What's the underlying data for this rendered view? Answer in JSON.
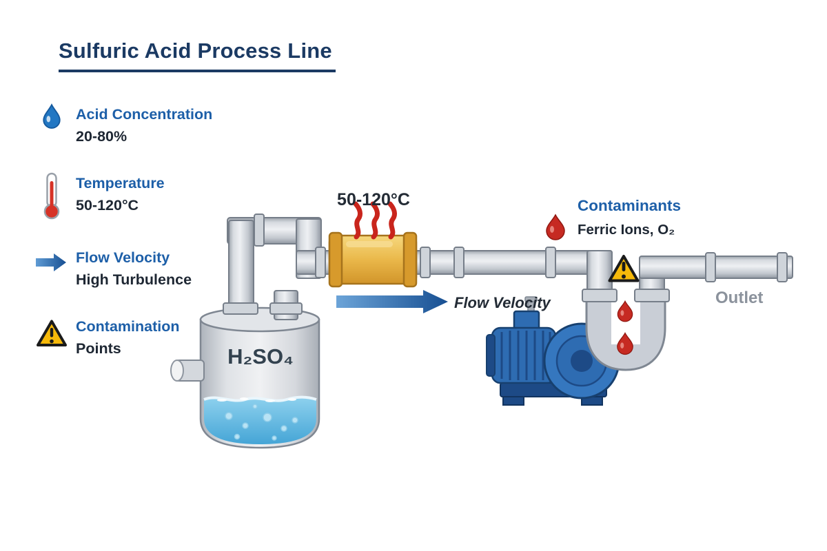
{
  "title": "Sulfuric Acid Process Line",
  "legend": {
    "items": [
      {
        "icon": "acid-droplet-icon",
        "label": "Acid Concentration",
        "value": "20-80%"
      },
      {
        "icon": "thermometer-icon",
        "label": "Temperature",
        "value": "50-120°C"
      },
      {
        "icon": "flow-arrow-icon",
        "label": "Flow Velocity",
        "value": "High Turbulence"
      },
      {
        "icon": "warning-triangle-icon",
        "label": "Contamination",
        "value": "Points"
      }
    ]
  },
  "diagram": {
    "tank_label": "H₂SO₄",
    "heater_temp": "50-120°C",
    "flow_label": "Flow Velocity",
    "contaminants": {
      "label": "Contaminants",
      "detail": "Ferric Ions, O₂"
    },
    "outlet_label": "Outlet"
  },
  "colors": {
    "title_navy": "#1b3a63",
    "legend_blue": "#1d5fa8",
    "text_dark": "#1e2733",
    "pipe_gray": "#c9ced6",
    "heater_gold": "#e9b94d",
    "heat_red": "#c9251c",
    "pump_blue": "#2e6cb2",
    "liquid_blue": "#5fb9e2",
    "alert_red": "#c62a22",
    "warning_yellow": "#f6b90a",
    "outlet_text_gray": "#8b929c"
  }
}
